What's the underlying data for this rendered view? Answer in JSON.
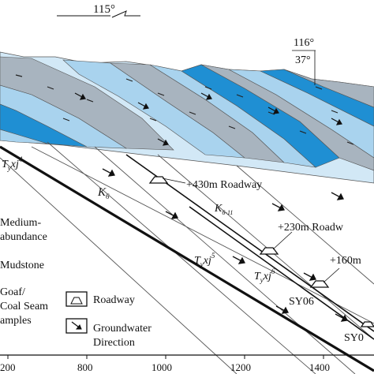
{
  "orientation": {
    "bearing_top": "115°",
    "strike": "116°",
    "dip": "37°"
  },
  "roadways": [
    "+430m Roadway",
    "+230m Roadw",
    "+160m"
  ],
  "samples": [
    "SY06",
    "SY0"
  ],
  "strata": {
    "tyxj4": {
      "main": "T",
      "sub": "y",
      "mid": "xj",
      "sup": "4"
    },
    "tyxj5": {
      "main": "T",
      "sub": "y",
      "mid": "xj",
      "sup": "5"
    },
    "tyxj6": {
      "main": "T",
      "sub": "y",
      "mid": "xj",
      "sup": "6"
    },
    "k6": {
      "main": "K",
      "sub": "6"
    },
    "k11": {
      "main": "K",
      "sub": "6-11"
    }
  },
  "legend": {
    "medium1": "Medium-",
    "medium2": "abundance",
    "mudstone": "Mudstone",
    "goaf1": "Goaf/",
    "goaf2": "Coal Seam",
    "samples": "amples",
    "roadway": "Roadway",
    "groundwater1": "Groundwater",
    "groundwater2": "Direction"
  },
  "x_axis_ticks": [
    "200",
    "800",
    "1000",
    "1200",
    "1400"
  ],
  "colors": {
    "dark_blue": "#1f8fd3",
    "light_blue": "#a9d3ee",
    "grey": "#a8b4bf",
    "pale_blue": "#d2e8f6"
  }
}
